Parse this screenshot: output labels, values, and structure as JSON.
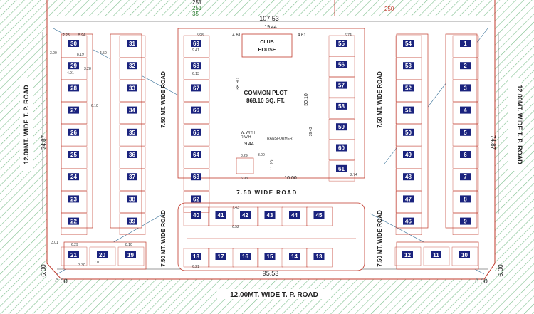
{
  "colors": {
    "hatch": "#7fc08f",
    "boundary": "#c0392b",
    "plot_badge": "#1a237e",
    "plot_fill": "#ffffff",
    "text": "#222222",
    "diagonal": "#2f6a93"
  },
  "top_header": {
    "values": [
      "251",
      "251",
      "35"
    ],
    "right_value": "250"
  },
  "dimensions": {
    "top_width": "107.53",
    "club_width": "19.44",
    "club_side_left": "4.61",
    "club_side_right": "4.61",
    "side_left_height": "74.87",
    "side_right_height": "74.87",
    "bottom_width": "95.53",
    "corner_left_h": "6.00",
    "corner_left_v": "6.00",
    "corner_right_h": "6.00",
    "corner_right_v": "6.00",
    "club_depth_left": "38.90",
    "club_depth_right": "50.10",
    "club_depth_right2": "39.43",
    "transformer_w": "9.44",
    "transformer_d": "11.20",
    "inner_bottom": "10.00",
    "plot_62_w": "5.98",
    "plot_62_d": "8.29",
    "plot_62_gap": "3.00",
    "gap_300": "3.00",
    "gap_450": "4.50",
    "gap_301": "3.01",
    "width_819": "8.19",
    "width_328": "3.28",
    "width_491": "4.91",
    "depth_610": "6.10",
    "depth_594": "5.94",
    "depth_225": "2.25",
    "depth_598": "5.98",
    "bottom_row_743": "7.43",
    "bottom_row_652": "6.52",
    "bottom_row_621": "6.21",
    "bottom_row_701": "7.01",
    "bottom_row_330": "3.30",
    "bottom_row_810": "8.10",
    "bottom_row_629": "6.29",
    "bottom_row_613": "6.13",
    "bottom_row_941": "9.41",
    "bottom_row_674": "6.74",
    "bottom_row_274": "2.74"
  },
  "labels": {
    "club_house": [
      "CLUB",
      "HOUSE"
    ],
    "common_plot": [
      "COMMON PLOT",
      "868.10 SQ. FT."
    ],
    "transformer": "TRANSFORMER",
    "well": [
      "W. WITH",
      "R.W.H"
    ],
    "road_left": "12.00MT. WIDE T. P. ROAD",
    "road_right": "12.00MT. WIDE T. P. ROAD",
    "road_bottom": "12.00MT. WIDE T. P. ROAD",
    "road_inner_left": "7.50 MT. WIDE ROAD",
    "road_inner_right": "7.50 MT. WIDE ROAD",
    "road_inner_left_low": "7.50 MT. WIDE ROAD",
    "road_inner_right_low": "7.50 MT. WIDE ROAD",
    "road_middle": "7.50 WIDE ROAD"
  },
  "plots": {
    "col_a": [
      "30",
      "29",
      "28",
      "27",
      "26",
      "25",
      "24",
      "23",
      "22"
    ],
    "col_b": [
      "31",
      "32",
      "33",
      "34",
      "35",
      "36",
      "37",
      "38",
      "39"
    ],
    "col_c": [
      "69",
      "68",
      "67",
      "66",
      "65",
      "64",
      "63",
      "62"
    ],
    "col_d": [
      "55",
      "56",
      "57",
      "58",
      "59",
      "60",
      "61"
    ],
    "col_e": [
      "54",
      "53",
      "52",
      "51",
      "50",
      "49",
      "48",
      "47",
      "46"
    ],
    "col_f": [
      "1",
      "2",
      "3",
      "4",
      "5",
      "6",
      "7",
      "8",
      "9"
    ],
    "mid_top": [
      "40",
      "41",
      "42",
      "43",
      "44",
      "45"
    ],
    "mid_bottom": [
      "18",
      "17",
      "16",
      "15",
      "14",
      "13"
    ],
    "bottom_left": [
      "21",
      "20",
      "19"
    ],
    "bottom_right": [
      "12",
      "11",
      "10"
    ]
  }
}
